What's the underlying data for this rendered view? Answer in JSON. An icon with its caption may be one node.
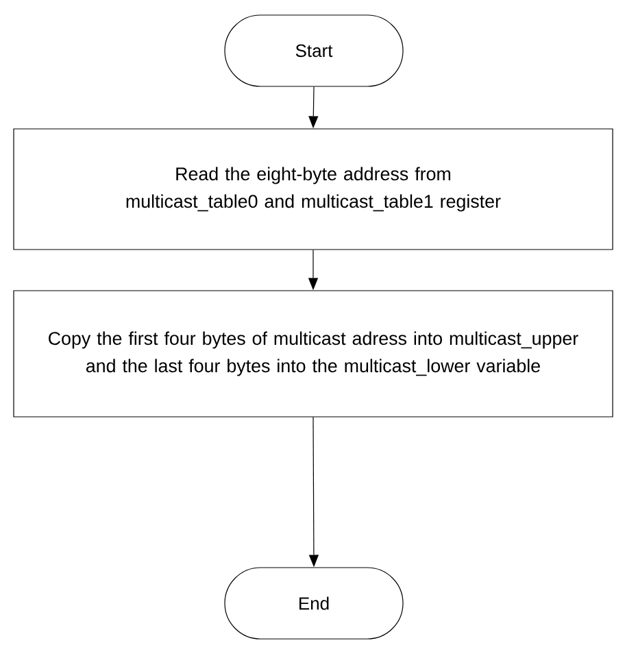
{
  "diagram": {
    "nodes": [
      {
        "text": [
          "Start"
        ]
      },
      {
        "text": [
          "Read the eight-byte address from multicast_table0 and multicast_table1 register"
        ]
      },
      {
        "text": [
          "Copy the first four bytes of multicast adress into multicast_upper and the last four bytes into the multicast_lower variable"
        ]
      },
      {
        "text": [
          "End"
        ]
      }
    ],
    "edges": [
      {
        "from": 0,
        "to": 1,
        "arrow": "to"
      },
      {
        "from": 1,
        "to": 2,
        "arrow": "to"
      },
      {
        "from": 2,
        "to": 3,
        "arrow": "to"
      }
    ]
  }
}
